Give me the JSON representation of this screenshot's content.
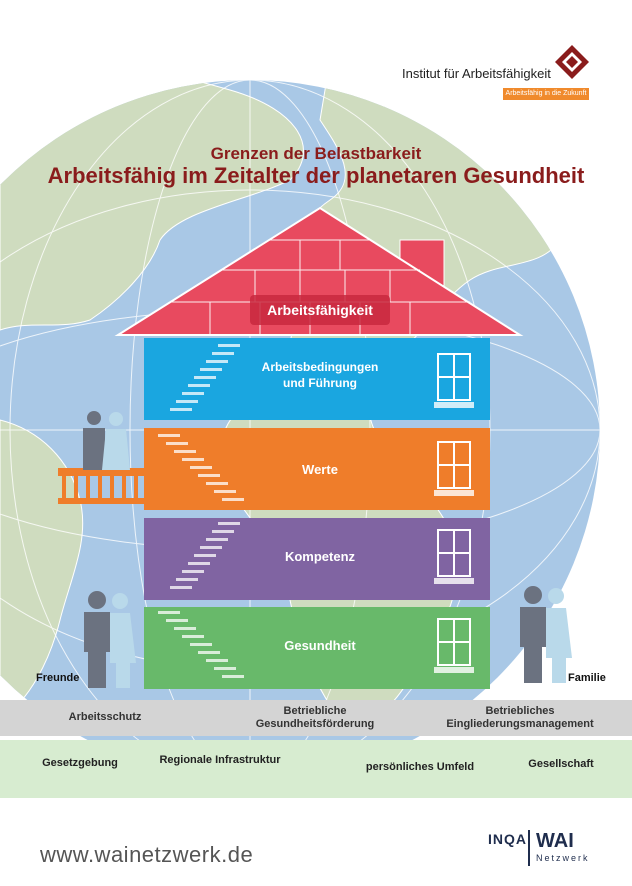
{
  "header": {
    "institute": "Institut für Arbeitsfähigkeit",
    "tagline": "Arbeitsfähig in die Zukunft",
    "subtitle": "Grenzen der Belastbarkeit",
    "title": "Arbeitsfähig im Zeitalter der planetaren Gesundheit"
  },
  "house": {
    "roof_label": "Arbeitsfähigkeit",
    "floors": [
      {
        "line1": "Arbeitsbedingungen",
        "line2": "und Führung",
        "color": "#1aa6e0"
      },
      {
        "line1": "Werte",
        "line2": "",
        "color": "#ef7d2a"
      },
      {
        "line1": "Kompetenz",
        "line2": "",
        "color": "#8064a2"
      },
      {
        "line1": "Gesundheit",
        "line2": "",
        "color": "#68b96a"
      }
    ],
    "roof_color": "#e84a5f"
  },
  "people": {
    "left": "Freunde",
    "right": "Familie"
  },
  "band_grey": {
    "items": [
      {
        "line1": "Arbeitsschutz",
        "line2": ""
      },
      {
        "line1": "Betriebliche",
        "line2": "Gesundheitsförderung"
      },
      {
        "line1": "Betriebliches",
        "line2": "Eingliederungsmanagement"
      }
    ]
  },
  "band_green": {
    "items": [
      "Gesetzgebung",
      "Regionale Infrastruktur",
      "persönliches Umfeld",
      "Gesellschaft"
    ]
  },
  "footer": {
    "website": "www.wainetzwerk.de",
    "logo_inqa": "INQA",
    "logo_wai": "WAI",
    "logo_wai_sub": "Netzwerk"
  }
}
